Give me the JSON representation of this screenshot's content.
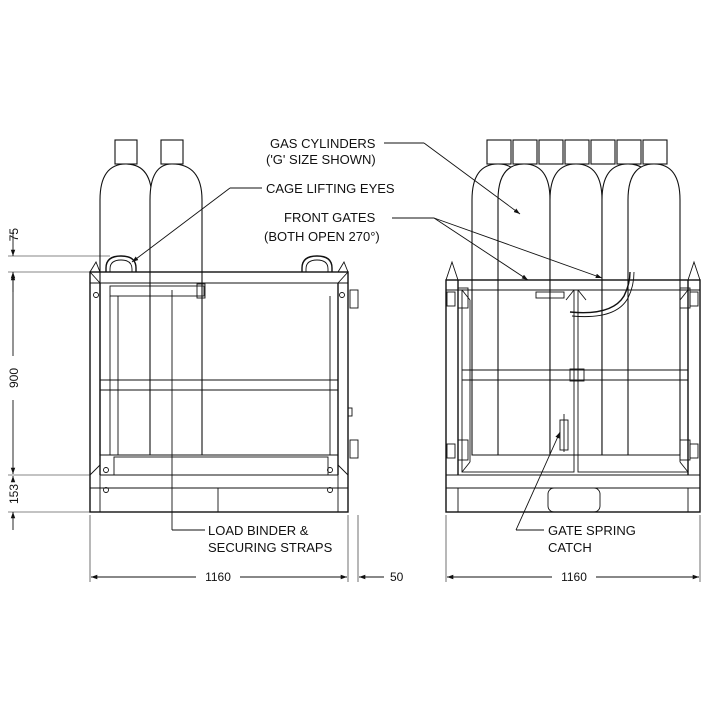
{
  "annotations": {
    "gas_cylinders": [
      "GAS CYLINDERS",
      "('G' SIZE SHOWN)"
    ],
    "cage_lifting_eyes": [
      "CAGE LIFTING EYES"
    ],
    "front_gates": [
      "FRONT GATES",
      "(BOTH OPEN 270°)"
    ],
    "load_binder": [
      "LOAD BINDER &",
      "SECURING STRAPS"
    ],
    "gate_spring_catch": [
      "GATE SPRING",
      "CATCH"
    ]
  },
  "dimensions": {
    "eye_height": "75",
    "cage_height": "900",
    "base_height": "153",
    "side_width": "1160",
    "side_offset": "50",
    "front_width": "1160"
  },
  "colors": {
    "line": "#111111",
    "background": "#ffffff"
  }
}
